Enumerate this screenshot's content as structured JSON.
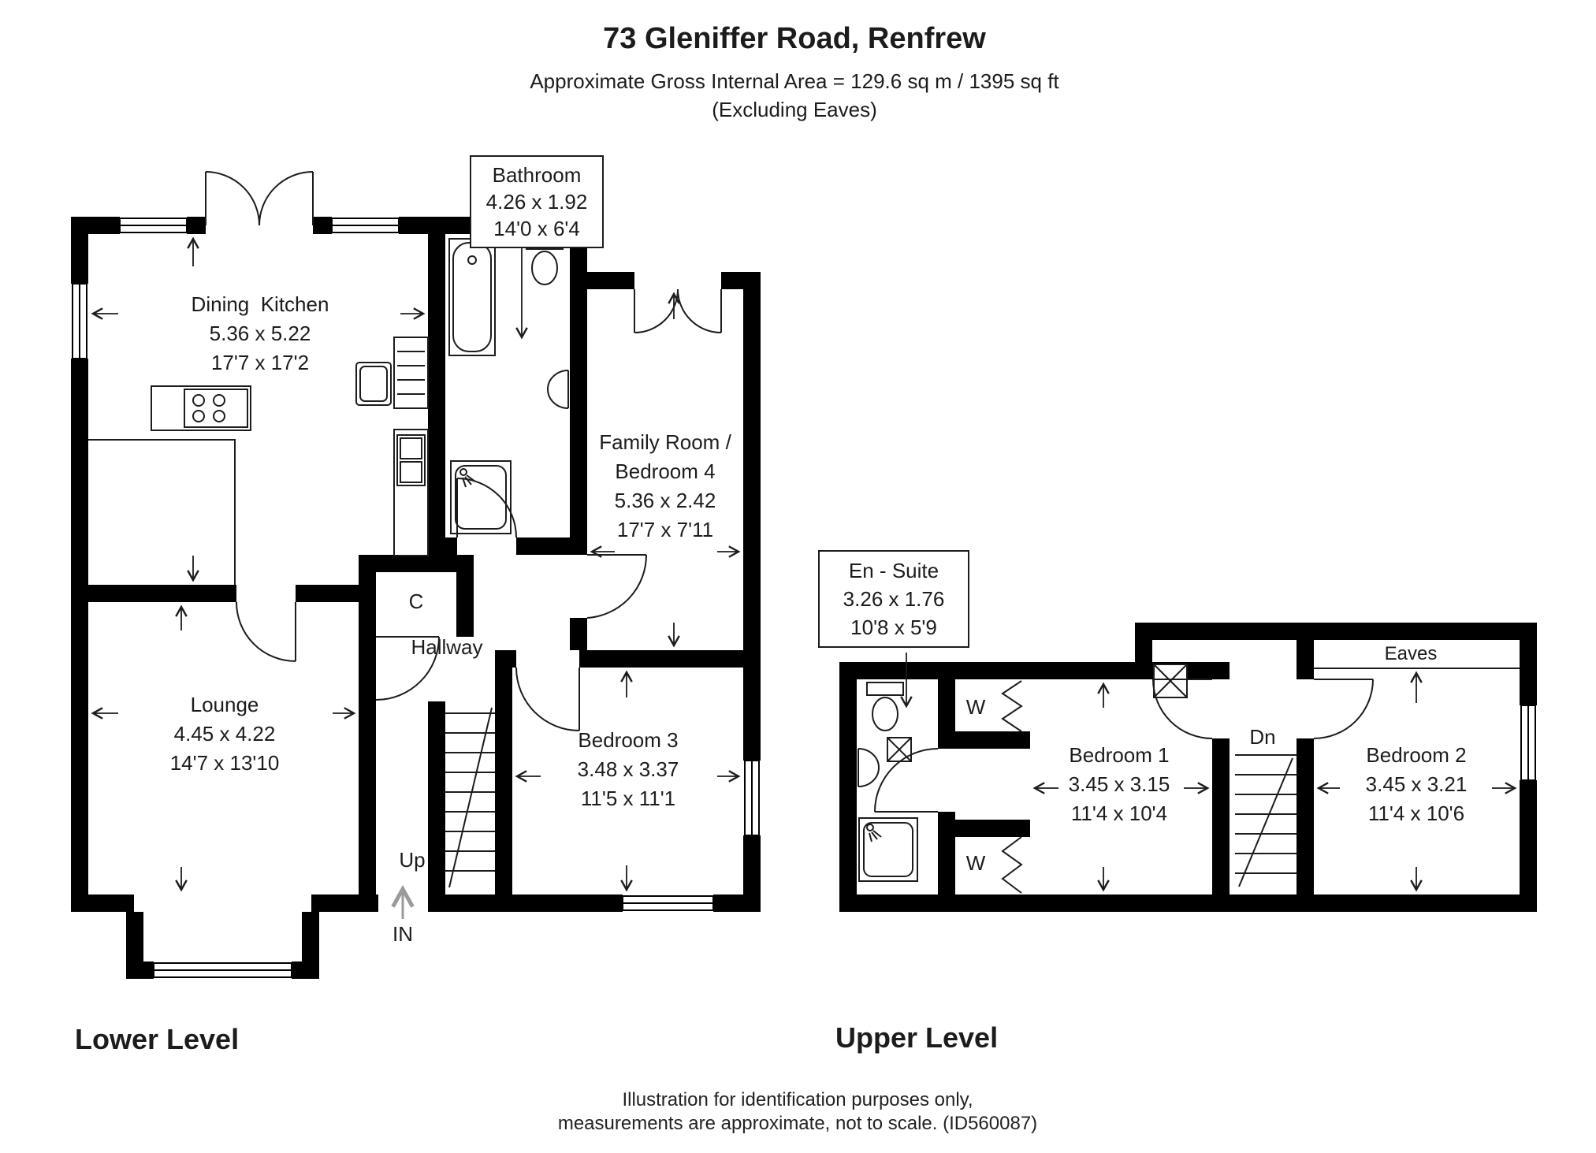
{
  "header": {
    "title": "73 Gleniffer Road, Renfrew",
    "subtitle": "Approximate Gross Internal Area = 129.6 sq m / 1395 sq ft",
    "note": "(Excluding Eaves)"
  },
  "lower_level": {
    "label": "Lower Level",
    "dining_kitchen": {
      "name": "Dining  Kitchen",
      "metric": "5.36 x 5.22",
      "imperial": "17'7 x 17'2"
    },
    "bathroom": {
      "name": "Bathroom",
      "metric": "4.26 x 1.92",
      "imperial": "14'0 x 6'4"
    },
    "family_room": {
      "name1": "Family Room /",
      "name2": "Bedroom 4",
      "metric": "5.36 x 2.42",
      "imperial": "17'7 x 7'11"
    },
    "lounge": {
      "name": "Lounge",
      "metric": "4.45 x 4.22",
      "imperial": "14'7 x 13'10"
    },
    "bedroom3": {
      "name": "Bedroom 3",
      "metric": "3.48 x 3.37",
      "imperial": "11'5 x 11'1"
    },
    "hallway": "Hallway",
    "cupboard": "C",
    "stairs": "Up",
    "entrance": "IN"
  },
  "upper_level": {
    "label": "Upper Level",
    "ensuite": {
      "name": "En - Suite",
      "metric": "3.26 x 1.76",
      "imperial": "10'8 x 5'9"
    },
    "bedroom1": {
      "name": "Bedroom 1",
      "metric": "3.45 x 3.15",
      "imperial": "11'4 x 10'4"
    },
    "bedroom2": {
      "name": "Bedroom 2",
      "metric": "3.45 x 3.21",
      "imperial": "11'4 x 10'6"
    },
    "eaves": "Eaves",
    "stairs": "Dn",
    "wardrobe_top": "W",
    "wardrobe_bottom": "W"
  },
  "footer": {
    "line1": "Illustration for identification purposes only,",
    "line2": "measurements are approximate, not to scale. (ID560087)"
  },
  "colors": {
    "wall": "#000000",
    "text": "#1c1c1c",
    "entry_arrow": "#9a9a9a",
    "background": "#ffffff"
  }
}
